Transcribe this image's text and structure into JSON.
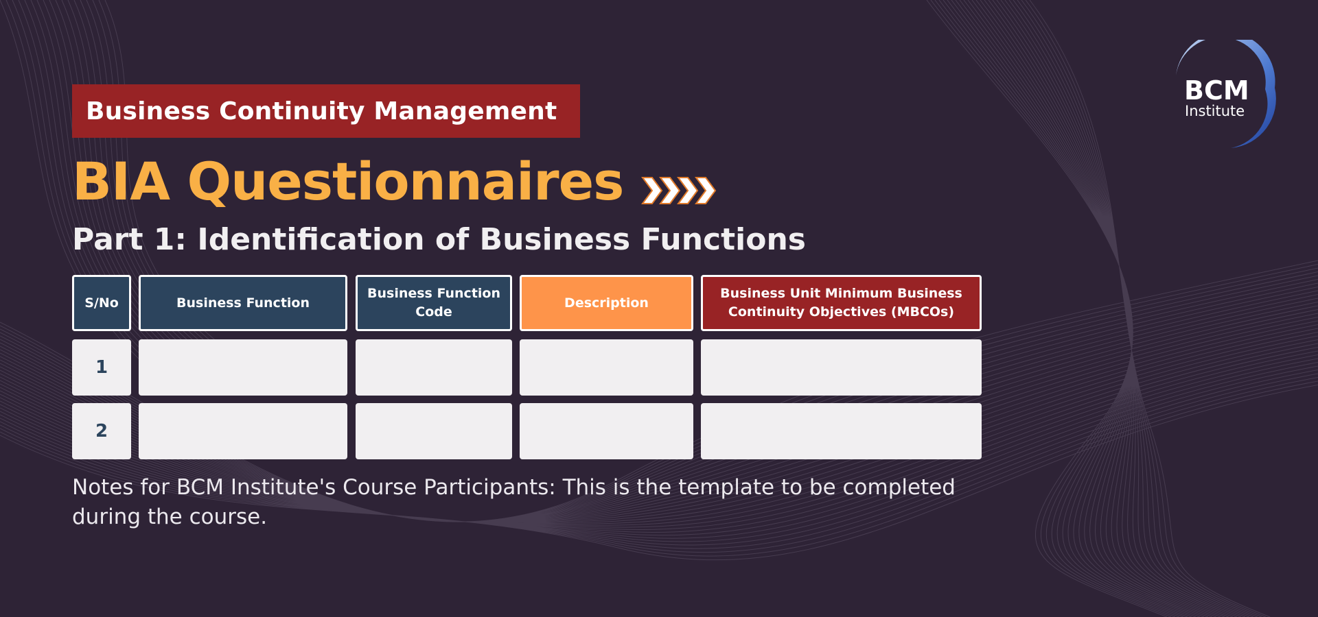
{
  "banner": {
    "label": "Business Continuity Management"
  },
  "title": "BIA Questionnaires",
  "subtitle": "Part 1: Identification of Business Functions",
  "table": {
    "headers": [
      "S/No",
      "Business Function",
      "Business Function Code",
      "Description",
      "Business Unit Minimum Business Continuity Objectives (MBCOs)"
    ],
    "rows": [
      {
        "sn": "1",
        "cells": [
          "",
          "",
          "",
          ""
        ]
      },
      {
        "sn": "2",
        "cells": [
          "",
          "",
          "",
          ""
        ]
      }
    ]
  },
  "notes": "Notes for BCM Institute's Course Participants: This is the template to be completed during the course.",
  "logo": {
    "line1": "BCM",
    "line2": "Institute"
  },
  "colors": {
    "background": "#2e2336",
    "banner": "#982325",
    "title": "#f9b046",
    "header_navy": "#2c445d",
    "header_orange": "#fe944a",
    "header_red": "#982325",
    "cell": "#f1eff1"
  },
  "icons": {
    "chevrons": "chevron-arrows-icon"
  }
}
